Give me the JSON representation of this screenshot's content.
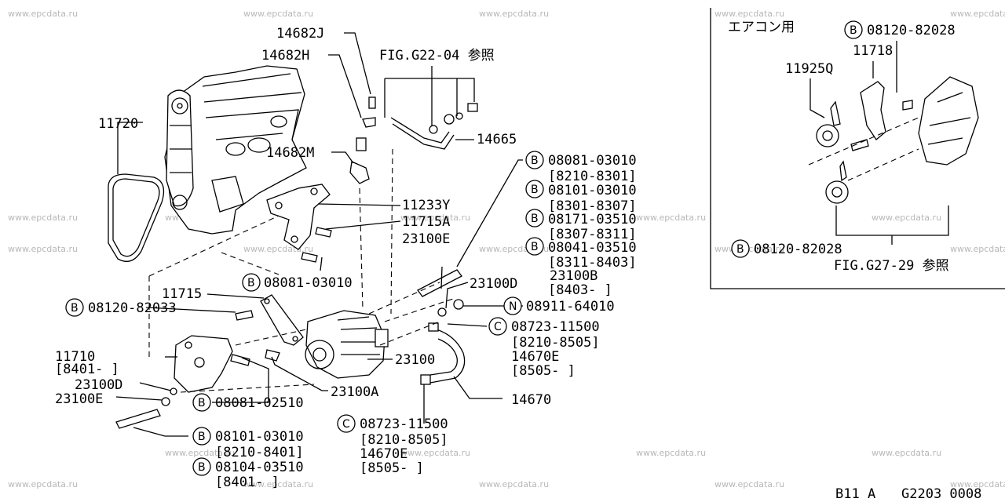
{
  "watermark": "www.epcdata.ru",
  "footer": {
    "model": "B11 A",
    "code": "G2203 0008"
  },
  "inset": {
    "title": "エアコン用",
    "ref": "FIG.G27-29 参照"
  },
  "ref_main": "FIG.G22-04 参照",
  "labels": {
    "p14682J": "14682J",
    "p14682H": "14682H",
    "p14682M": "14682M",
    "p14665": "14665",
    "p11720": "11720",
    "p11233Y": "11233Y",
    "p11715A": "11715A",
    "p23100E_top": "23100E",
    "p11715": "11715",
    "p23100D_r": "23100D",
    "p11710": "11710",
    "p11710_range": "[8401-    ]",
    "p23100D_l": "23100D",
    "p23100E_l": "23100E",
    "p23100": "23100",
    "p23100A": "23100A",
    "p14670": "14670",
    "p11925Q": "11925Q",
    "p11718": "11718"
  },
  "circled": {
    "b_08081_03010_top": {
      "letter": "B",
      "num": "08081-03010"
    },
    "b_08101_03010_r": {
      "letter": "B",
      "num": "08101-03010"
    },
    "b_08171_03510": {
      "letter": "B",
      "num": "08171-03510"
    },
    "b_08041_03510": {
      "letter": "B",
      "num": "08041-03510"
    },
    "b_08081_03010_mid": {
      "letter": "B",
      "num": "08081-03010"
    },
    "b_08120_82033": {
      "letter": "B",
      "num": "08120-82033"
    },
    "n_08911_64010": {
      "letter": "N",
      "num": "08911-64010"
    },
    "c_08723_11500_r": {
      "letter": "C",
      "num": "08723-11500"
    },
    "b_08081_02510": {
      "letter": "B",
      "num": "08081-02510"
    },
    "c_08723_11500_b": {
      "letter": "C",
      "num": "08723-11500"
    },
    "b_08101_03010_b": {
      "letter": "B",
      "num": "08101-03010"
    },
    "b_08104_03510": {
      "letter": "B",
      "num": "08104-03510"
    },
    "b_08120_82028_top": {
      "letter": "B",
      "num": "08120-82028"
    },
    "b_08120_82028_bot": {
      "letter": "B",
      "num": "08120-82028"
    }
  },
  "ranges": {
    "r1": "[8210-8301]",
    "r2": "[8301-8307]",
    "r3": "[8307-8311]",
    "r4": "[8311-8403]",
    "r5_part": "23100B",
    "r5": "[8403-       ]",
    "c1_r1": "[8210-8505]",
    "c1_part": "14670E",
    "c1_r2": "[8505-      ]",
    "c2_r1": "[8210-8505]",
    "c2_part": "14670E",
    "c2_r2": "[8505-      ]",
    "b2_r": "[8210-8401]",
    "b3_r": "[8401-       ]"
  }
}
